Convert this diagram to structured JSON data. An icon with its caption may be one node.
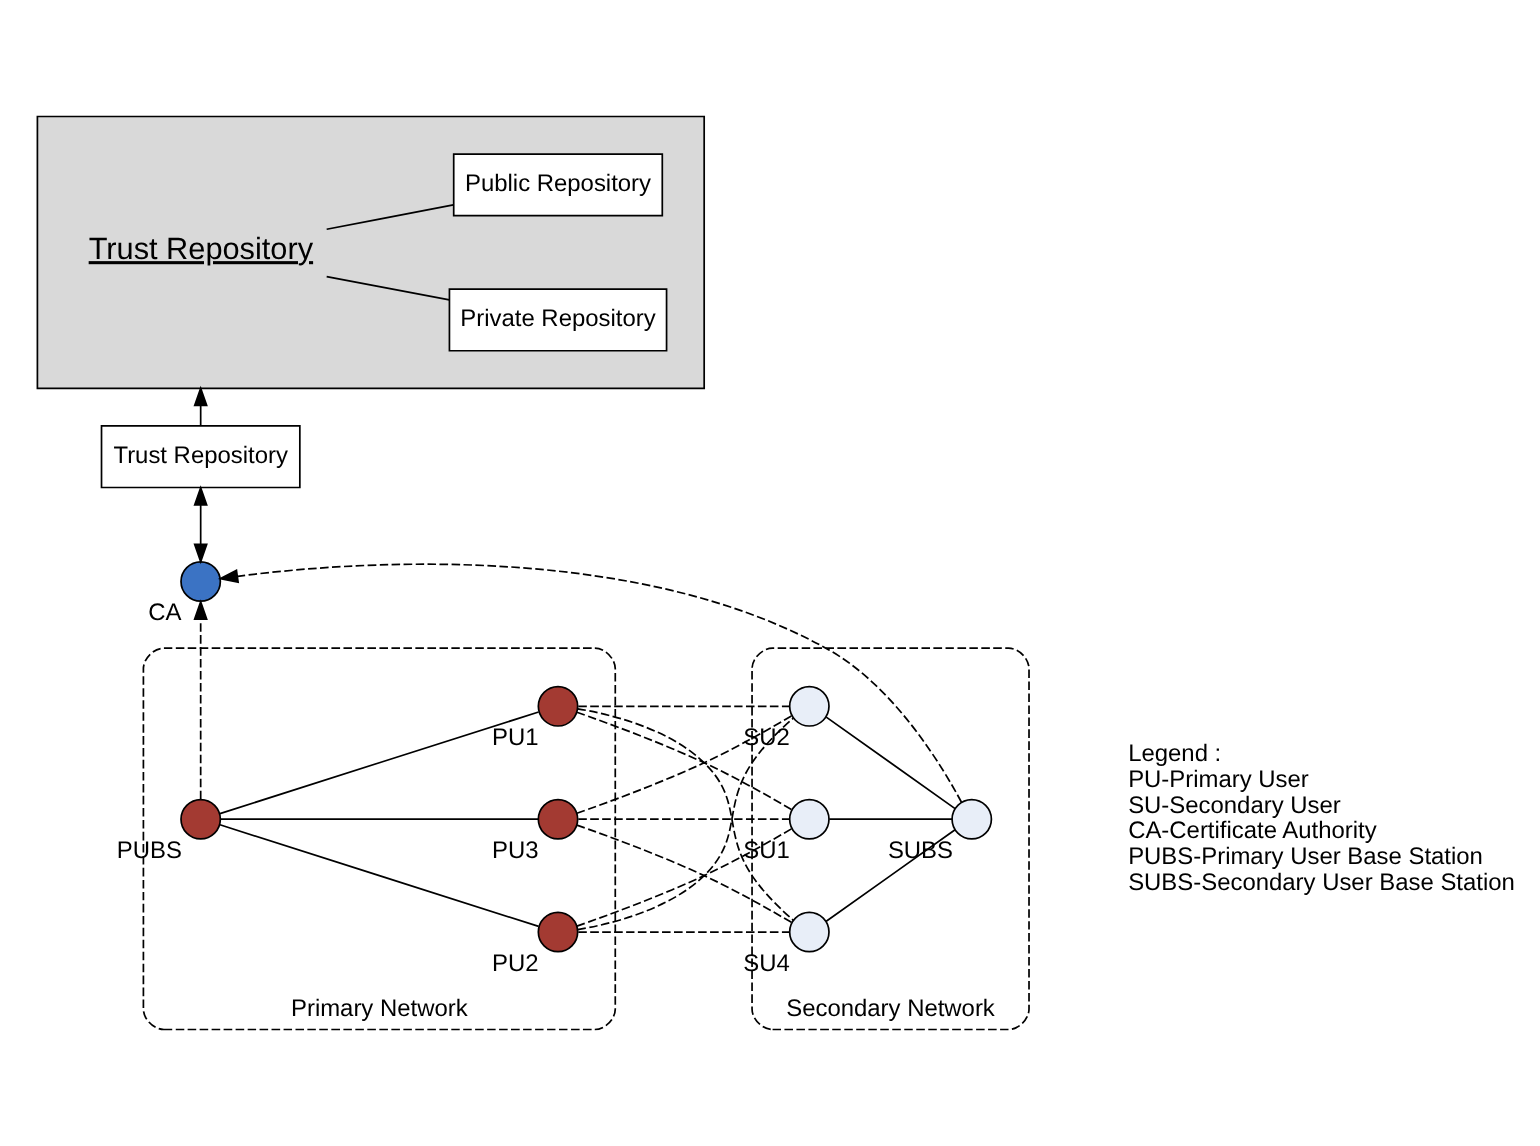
{
  "diagram": {
    "nodes": [
      {
        "text": [
          "Trust Repository"
        ]
      },
      {
        "text": [],
        "shape": "box"
      },
      {
        "text": [
          "Trust Repository"
        ],
        "in": 1
      },
      {
        "text": [
          "Private Repository"
        ],
        "in": 1
      },
      {
        "text": [
          "Public Repository"
        ],
        "in": 1
      },
      {
        "text": [],
        "shape": "circle",
        "beside": [
          "CA"
        ]
      },
      {
        "text": [
          "Primary Network"
        ]
      },
      {
        "text": [],
        "shape": "circle",
        "beside": [
          "PUBS"
        ],
        "in": 6
      },
      {
        "text": [],
        "shape": "circle",
        "beside": [
          "PU1"
        ],
        "in": 6
      },
      {
        "text": [],
        "shape": "circle",
        "beside": [
          "PU2"
        ],
        "in": 6
      },
      {
        "text": [],
        "shape": "circle",
        "beside": [
          "PU3"
        ],
        "in": 6
      },
      {
        "text": [
          "Secondary Network"
        ]
      },
      {
        "text": [],
        "shape": "circle",
        "beside": [
          "SU2"
        ],
        "in": 11
      },
      {
        "text": [],
        "shape": "circle",
        "beside": [
          "SU1"
        ],
        "in": 11
      },
      {
        "text": [],
        "shape": "circle",
        "beside": [
          "SU4"
        ],
        "in": 11
      },
      {
        "text": [],
        "shape": "circle",
        "beside": [
          "SUBS"
        ],
        "in": 11
      }
    ],
    "edges": [
      {
        "from": 0,
        "to": 5,
        "arrow": "both"
      },
      {
        "from": 0,
        "to": 1,
        "arrow": "to"
      },
      {
        "from": 2,
        "to": 3,
        "arrow": "none"
      },
      {
        "from": 2,
        "to": 4,
        "arrow": "none"
      },
      {
        "from": 7,
        "to": 5,
        "arrow": "to",
        "style": "dashed"
      },
      {
        "from": 15,
        "to": 5,
        "arrow": "to",
        "style": "dashed"
      },
      {
        "from": 7,
        "to": 8,
        "arrow": "none"
      },
      {
        "from": 7,
        "to": 9,
        "arrow": "none"
      },
      {
        "from": 7,
        "to": 10,
        "arrow": "none"
      },
      {
        "from": 8,
        "to": 12,
        "arrow": "none",
        "style": "dashed"
      },
      {
        "from": 8,
        "to": 13,
        "arrow": "none",
        "style": "dashed"
      },
      {
        "from": 8,
        "to": 14,
        "arrow": "none",
        "style": "dashed"
      },
      {
        "from": 9,
        "to": 12,
        "arrow": "none",
        "style": "dashed"
      },
      {
        "from": 9,
        "to": 13,
        "arrow": "none",
        "style": "dashed"
      },
      {
        "from": 9,
        "to": 14,
        "arrow": "none",
        "style": "dashed"
      },
      {
        "from": 10,
        "to": 12,
        "arrow": "none",
        "style": "dashed"
      },
      {
        "from": 10,
        "to": 13,
        "arrow": "none",
        "style": "dashed"
      },
      {
        "from": 10,
        "to": 14,
        "arrow": "none",
        "style": "dashed"
      },
      {
        "from": 12,
        "to": 15,
        "arrow": "none"
      },
      {
        "from": 13,
        "to": 15,
        "arrow": "none"
      },
      {
        "from": 14,
        "to": 15,
        "arrow": "none"
      }
    ],
    "labels": [
      "Legend :",
      "PU-Primary User",
      "SU-Secondary User",
      "CA-Certificate Authority",
      "PUBS-Primary User Base Station",
      "SUBS-Secondary User Base Station"
    ]
  }
}
